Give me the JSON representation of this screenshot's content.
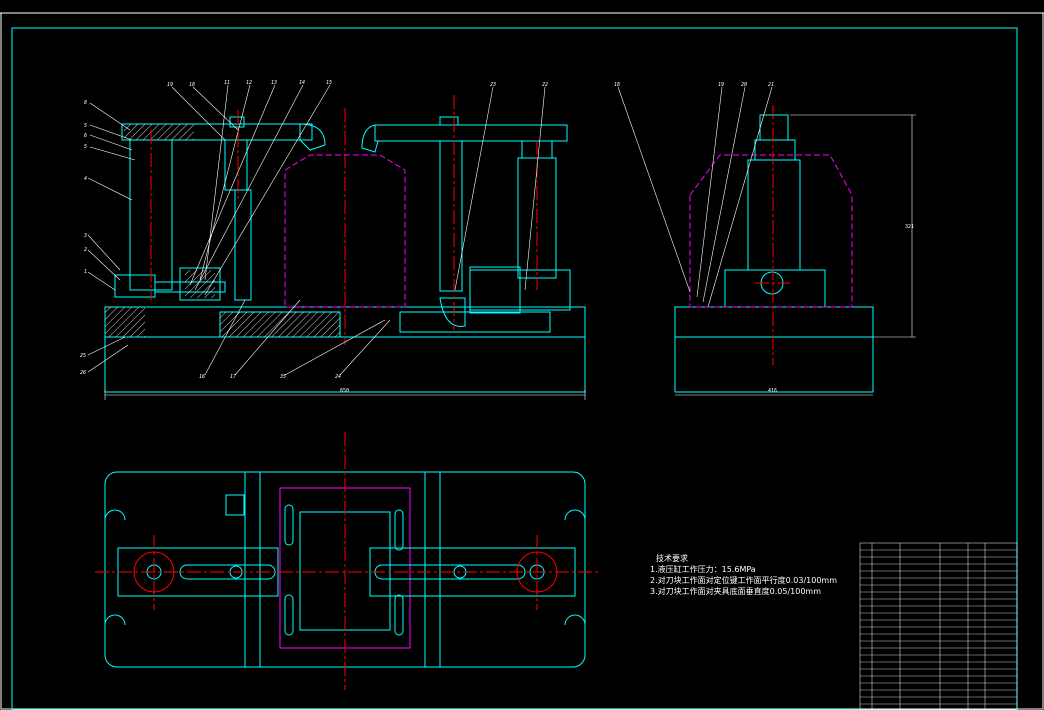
{
  "colors": {
    "background": "#000000",
    "outline": "#00ffff",
    "section": "#ff00ff",
    "centerline": "#ff0000",
    "hatch": "#ffffff",
    "dimension": "#ffffff",
    "yellow": "#ffff00",
    "green": "#00ff00"
  },
  "technical_notes": {
    "title": "技术要求",
    "items": [
      "1.液压缸工作压力：15.6MPa",
      "2.对刀块工作面对定位键工作面平行度0.03/100mm",
      "3.对刀块工作面对夹具底面垂直度0.05/100mm"
    ]
  },
  "dimensions": {
    "front_width": "650",
    "side_width": "416",
    "side_height": "321"
  },
  "balloons_front": [
    "8",
    "5",
    "6",
    "5",
    "4",
    "3",
    "2",
    "1",
    "25",
    "26",
    "19",
    "18",
    "11",
    "12",
    "13",
    "14",
    "15",
    "16",
    "17",
    "35",
    "24",
    "23",
    "22"
  ],
  "balloons_side": [
    "18",
    "19",
    "20",
    "21"
  ]
}
